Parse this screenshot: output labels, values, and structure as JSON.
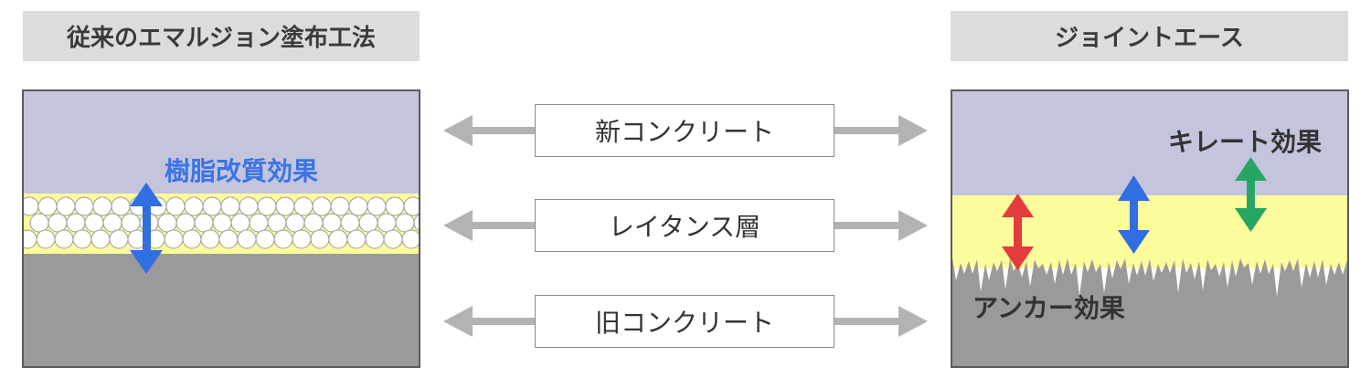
{
  "left_title": "従来のエマルジョン塗布工法",
  "right_title": "ジョイントエース",
  "layers": [
    "新コンクリート",
    "レイタンス層",
    "旧コンクリート"
  ],
  "left_effect": "樹脂改質効果",
  "right_effects": {
    "chelate": "キレート効果",
    "anchor": "アンカー効果"
  },
  "colors": {
    "new_concrete": "#c4c4dc",
    "laitance": "#fdfc9c",
    "old_concrete": "#9a9a9a",
    "blue": "#2f6fe0",
    "red": "#e43c3c",
    "green": "#27a565",
    "arrow_gray": "#b3b3b3"
  },
  "icons": [
    "double-arrow-left-right-icon",
    "double-arrow-up-down-icon"
  ]
}
